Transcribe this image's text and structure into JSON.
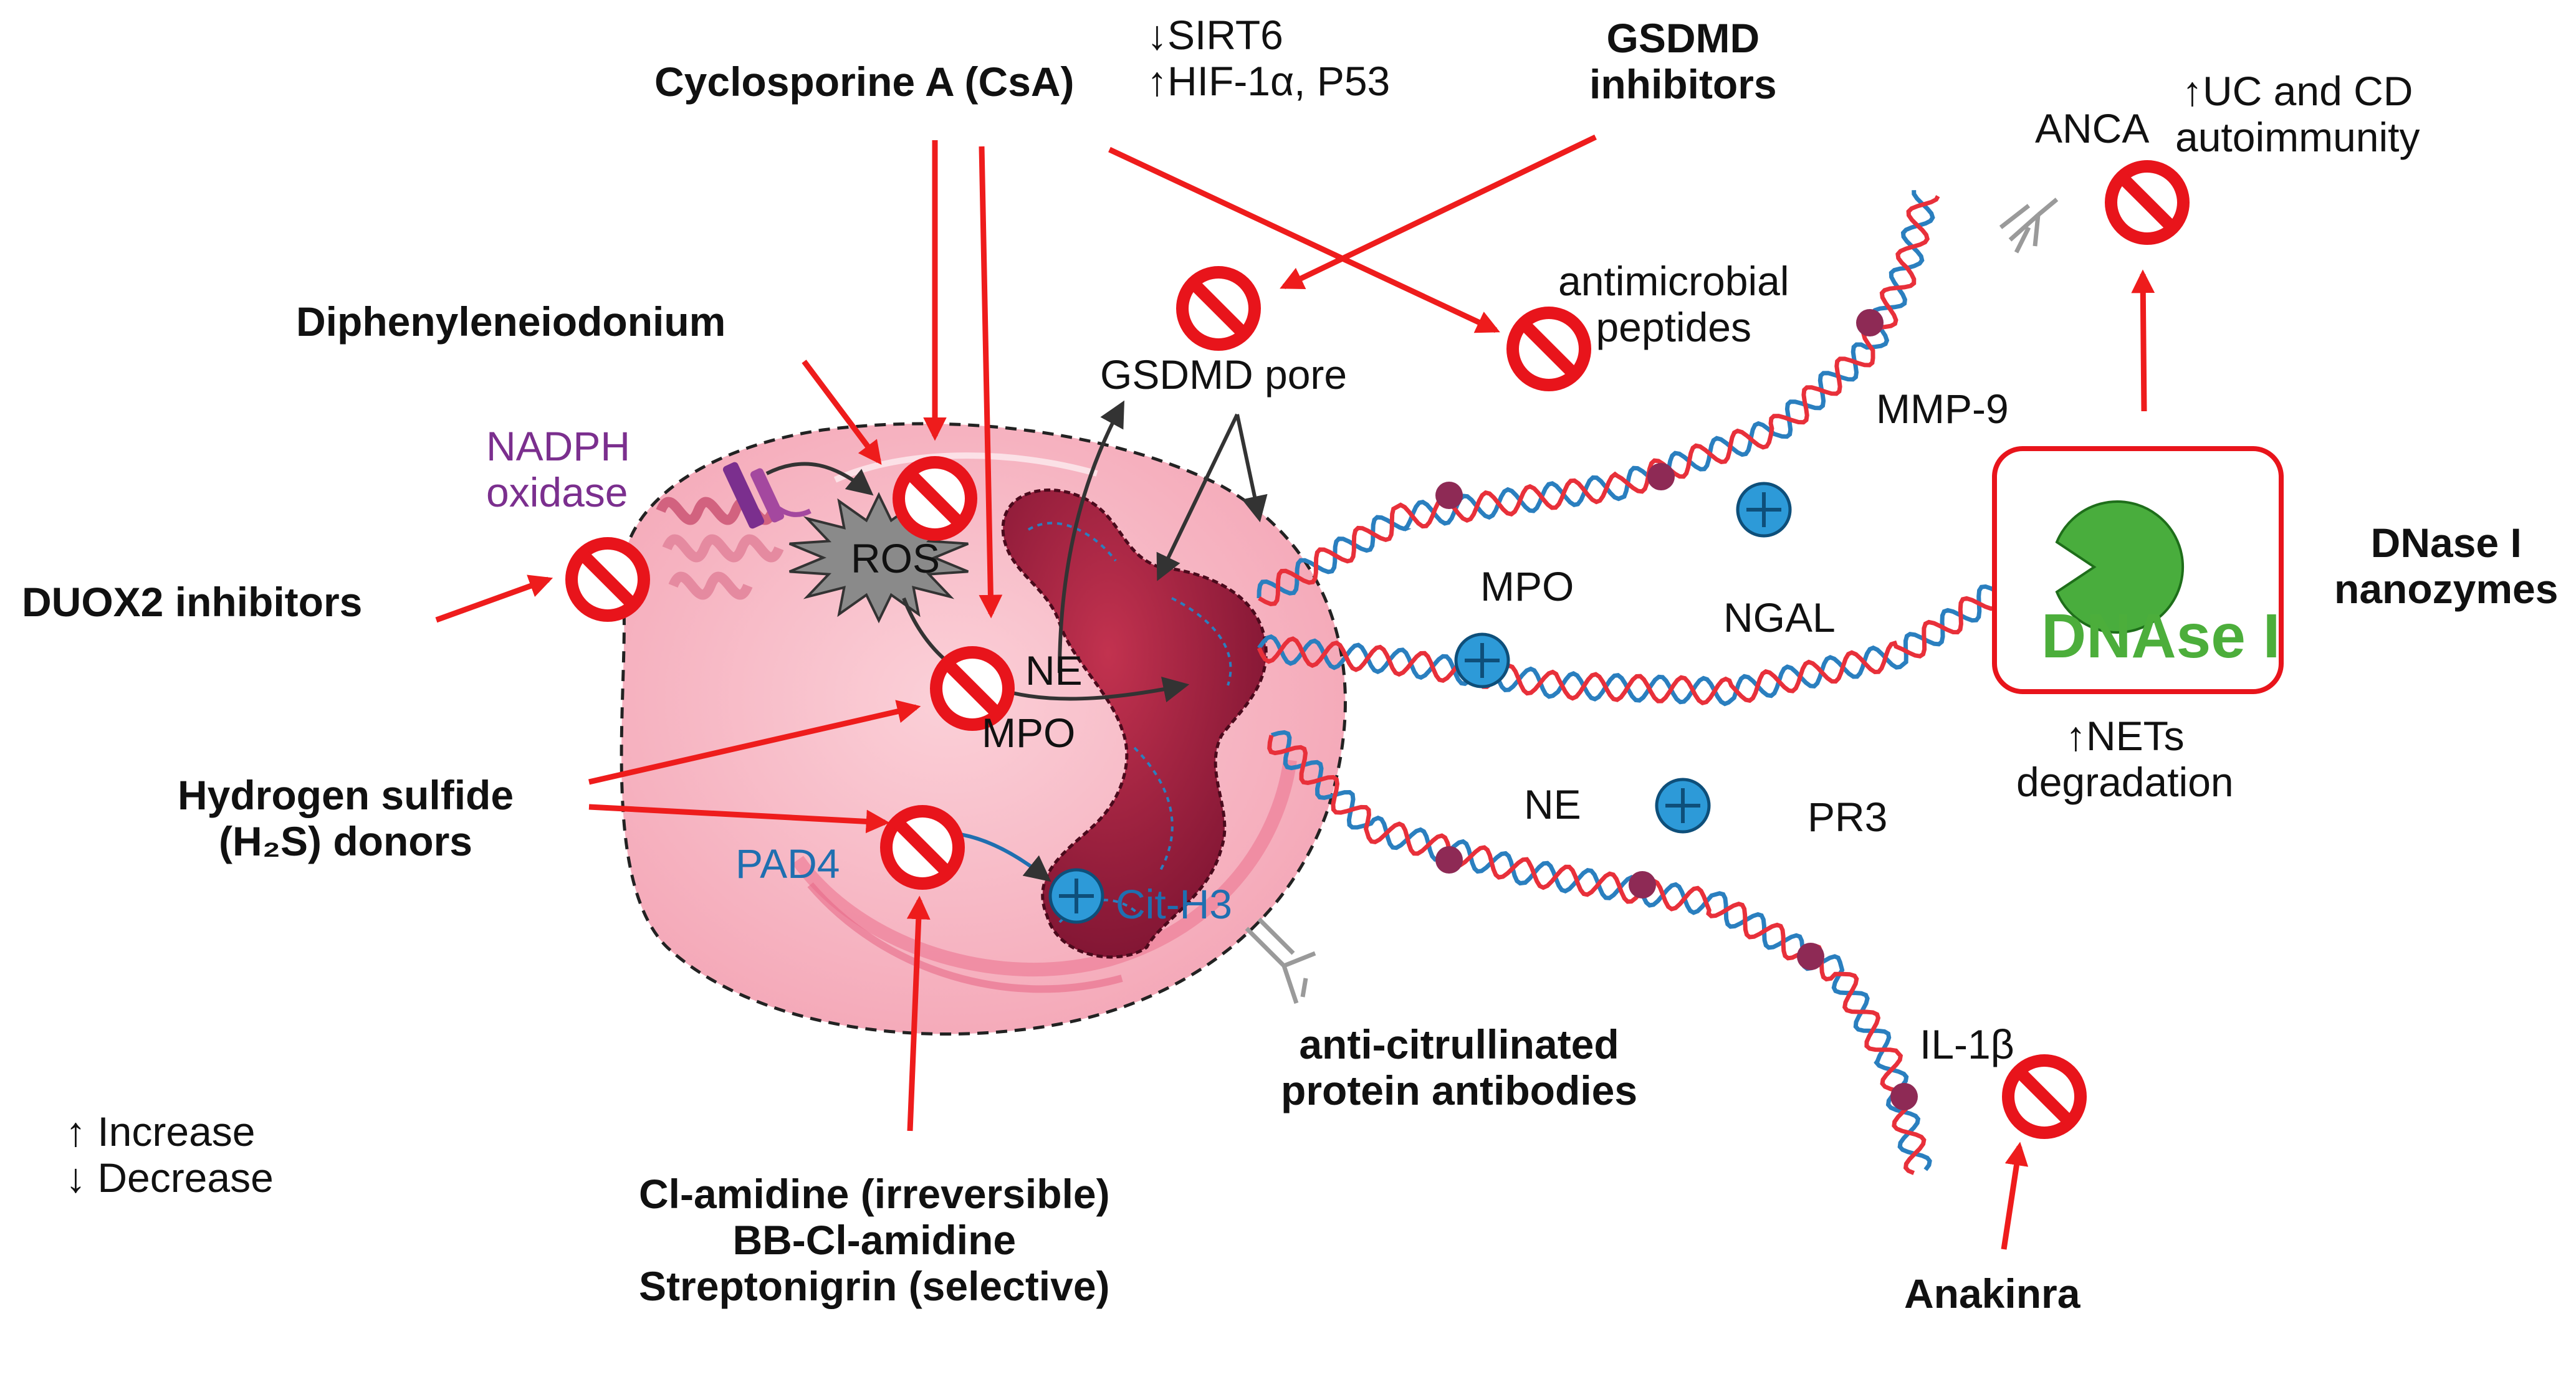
{
  "drugs": {
    "csa": "Cyclosporine A (CsA)",
    "gsdmd_inhibitors": [
      "GSDMD",
      "inhibitors"
    ],
    "dpi": "Diphenyleneiodonium",
    "duox2": "DUOX2 inhibitors",
    "h2s": [
      "Hydrogen sulfide",
      "(H₂S) donors"
    ],
    "amidines": [
      "Cl-amidine (irreversible)",
      "BB-Cl-amidine",
      "Streptonigrin (selective)"
    ],
    "acpa": [
      "anti-citrullinated",
      "protein antibodies"
    ],
    "anakinra": "Anakinra",
    "dnase_nano": [
      "DNase I",
      "nanozymes"
    ]
  },
  "effects": {
    "csa_effects": [
      "↓SIRT6",
      "↑HIF-1α, P53"
    ],
    "autoimmunity": [
      "↑UC and CD",
      "autoimmunity"
    ],
    "nets_degradation": [
      "↑NETs",
      "degradation"
    ]
  },
  "molecules": {
    "nadph": [
      "NADPH",
      "oxidase"
    ],
    "ros": "ROS",
    "gsdmd_pore": "GSDMD pore",
    "ne_inside": "NE",
    "mpo_inside": "MPO",
    "pad4": "PAD4",
    "cith3": "Cit-H3",
    "antimicrobial": [
      "antimicrobial",
      "peptides"
    ],
    "mmp9": "MMP-9",
    "mpo_net": "MPO",
    "ngal": "NGAL",
    "ne_net": "NE",
    "pr3": "PR3",
    "il1b": "IL-1β",
    "anca": "ANCA",
    "dnase_enzyme": "DNAse I"
  },
  "legend": {
    "increase": "↑ Increase",
    "decrease": "↓ Decrease"
  },
  "colors": {
    "inhibit_red": "#e8141b",
    "arrow_red": "#ee1c1c",
    "cell_pink": "#f7b8c4",
    "nucleus": "#9b1b3f",
    "dna_blue": "#2a7fbf",
    "dna_red": "#e8303a",
    "protein_blue": "#2d9ad8",
    "granule": "#8e2a55",
    "dnase_green": "#49ad3d"
  }
}
